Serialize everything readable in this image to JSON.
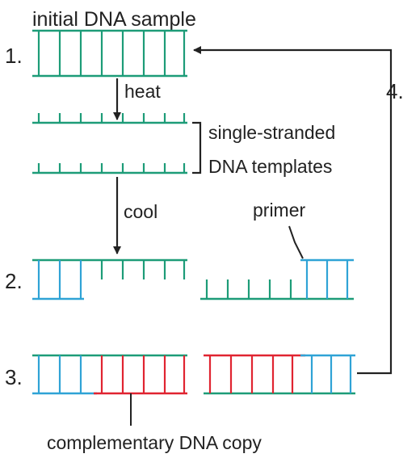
{
  "labels": {
    "title": "initial DNA sample",
    "heat": "heat",
    "cool": "cool",
    "single_line1": "single-stranded",
    "single_line2": "DNA templates",
    "primer": "primer",
    "complementary": "complementary DNA copy"
  },
  "steps": [
    "1.",
    "2.",
    "3.",
    "4."
  ],
  "colors": {
    "green": "#1d9c78",
    "blue": "#2fa3d6",
    "red": "#e02431",
    "ink": "#222222"
  }
}
